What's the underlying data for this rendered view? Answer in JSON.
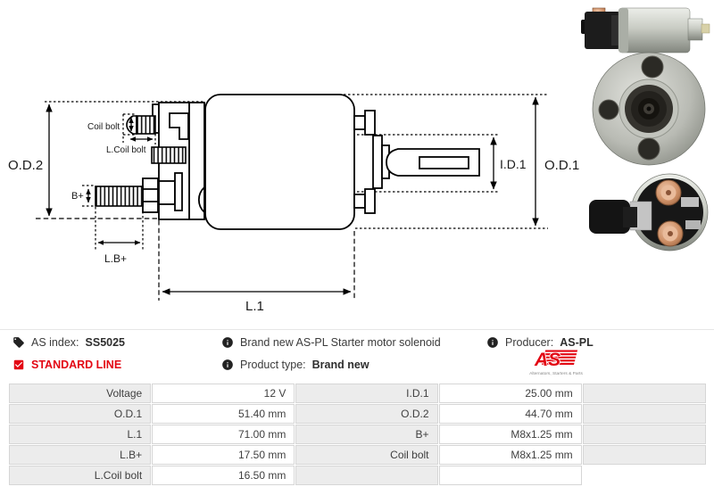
{
  "drawing": {
    "labels": {
      "od2": "O.D.2",
      "od1": "O.D.1",
      "id1": "I.D.1",
      "l1": "L.1",
      "lb": "L.B+",
      "b": "B+",
      "coil_bolt": "Coil bolt",
      "l_coil_bolt": "L.Coil bolt"
    }
  },
  "info": {
    "as_index_label": "AS index:",
    "as_index_value": "SS5025",
    "standard_line": "STANDARD LINE",
    "description": "Brand new AS-PL Starter motor solenoid",
    "product_type_label": "Product type:",
    "product_type_value": "Brand new",
    "producer_label": "Producer:",
    "producer_value": "AS-PL",
    "logo_text": "AS",
    "logo_tagline": "Alternators, Starters & Parts"
  },
  "colors": {
    "accent_red": "#e30613",
    "table_gray": "#ececec"
  },
  "table": {
    "rows": [
      {
        "c": [
          "Voltage",
          "12 V",
          "I.D.1",
          "25.00 mm"
        ]
      },
      {
        "c": [
          "O.D.1",
          "51.40 mm",
          "O.D.2",
          "44.70 mm"
        ]
      },
      {
        "c": [
          "L.1",
          "71.00 mm",
          "B+",
          "M8x1.25 mm"
        ]
      },
      {
        "c": [
          "L.B+",
          "17.50 mm",
          "Coil bolt",
          "M8x1.25 mm"
        ]
      },
      {
        "c": [
          "L.Coil bolt",
          "16.50 mm",
          "",
          ""
        ]
      }
    ]
  }
}
